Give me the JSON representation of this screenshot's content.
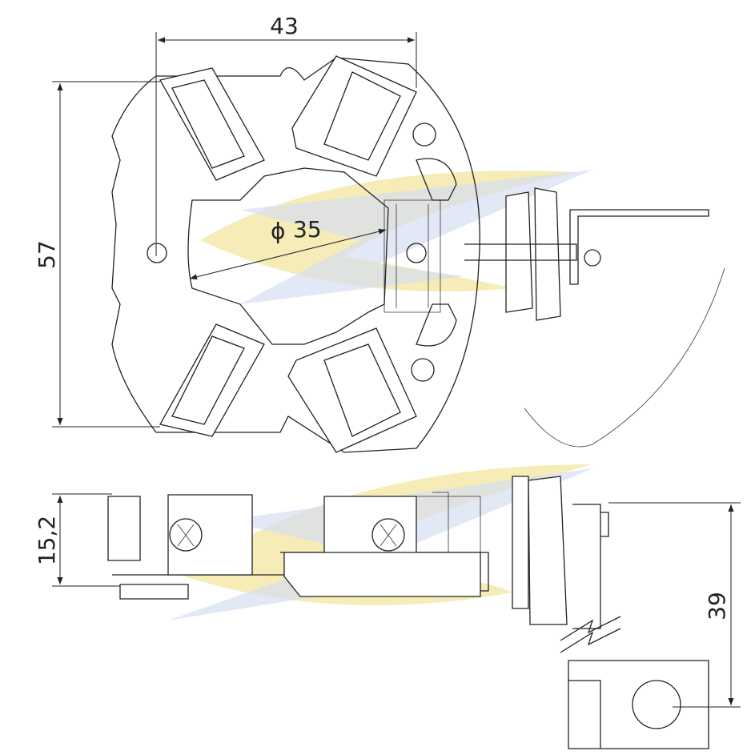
{
  "drawing": {
    "dimensions": {
      "width": "43",
      "height": "57",
      "diameter_symbol": "ϕ",
      "diameter": "35",
      "thickness": "15,2",
      "lead_length": "39"
    },
    "colors": {
      "line": "#222222",
      "watermark_yellow": "#f3e6a0",
      "watermark_blue": "#c9d3ec"
    }
  }
}
